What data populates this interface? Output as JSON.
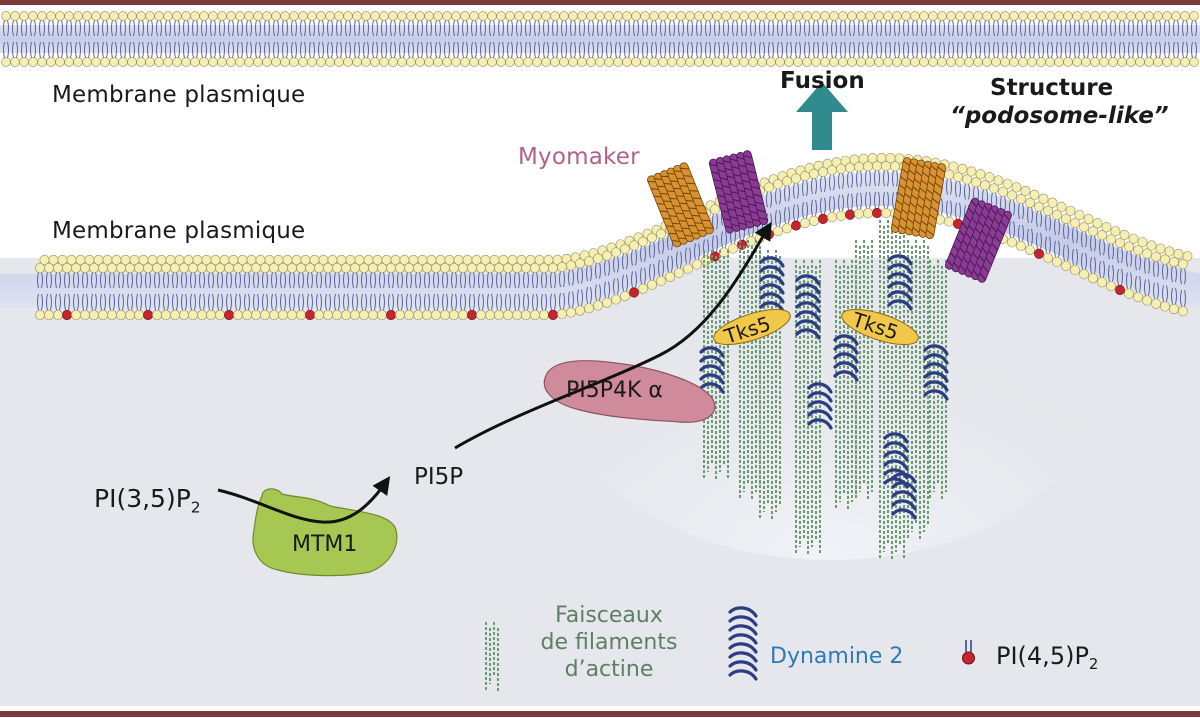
{
  "labels": {
    "membrane_top": "Membrane plasmique",
    "membrane_bottom": "Membrane plasmique",
    "myomaker": "Myomaker",
    "fusion": "Fusion",
    "structure_line1": "Structure",
    "structure_line2": "“podosome-like”",
    "tks5_left": "Tks5",
    "tks5_right": "Tks5",
    "pi5p4k": "PI5P4K α",
    "pi5p": "PI5P",
    "pi35_main": "PI(3,5)P",
    "pi35_sub": "2",
    "mtm1": "MTM1"
  },
  "legend": {
    "actin_line1": "Faisceaux",
    "actin_line2": "de filaments",
    "actin_line3": "d’actine",
    "dynamin": "Dynamine 2",
    "pip2_main": "PI(4,5)P",
    "pip2_sub": "2"
  },
  "colors": {
    "cytoplasm": "#e6e7ec",
    "membrane_band": "#c9cde9",
    "lipid_head": "#f6efb4",
    "lipid_outline": "#9a9160",
    "pip2_red": "#c8242c",
    "actin": "#6c9a72",
    "dynamin": "#2c3d82",
    "tks5": "#f2c84a",
    "pi5p4k": "#cf8b9b",
    "mtm1": "#a6c752",
    "fusion_arrow": "#2f8b8e",
    "myomaker_label": "#b0628c",
    "frame_line": "#7a3a3a"
  }
}
